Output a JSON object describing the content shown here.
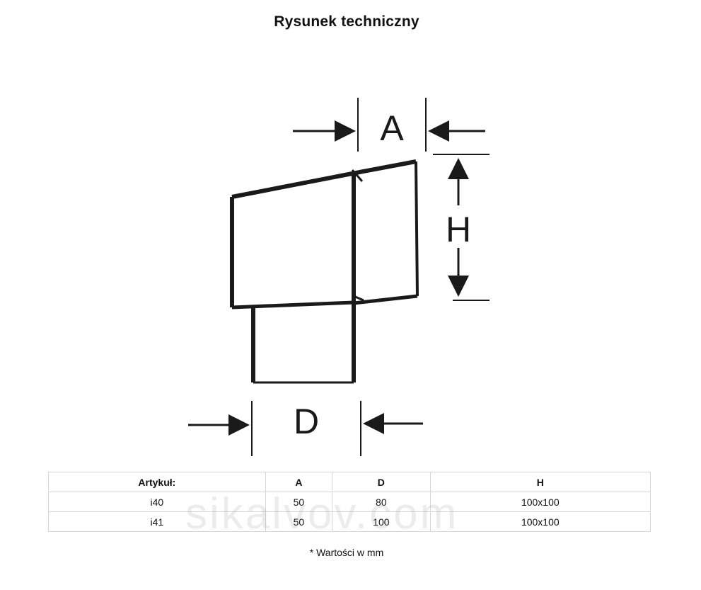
{
  "page": {
    "title": "Rysunek techniczny"
  },
  "drawing": {
    "dimension_labels": {
      "a": "A",
      "h": "H",
      "d": "D"
    },
    "stroke_color": "#1a1a1a"
  },
  "table": {
    "headers": [
      "Artykuł:",
      "A",
      "D",
      "H"
    ],
    "rows": [
      [
        "i40",
        "50",
        "80",
        "100x100"
      ],
      [
        "i41",
        "50",
        "100",
        "100x100"
      ]
    ]
  },
  "note": "* Wartości w mm",
  "watermark": "sikalvov.com"
}
